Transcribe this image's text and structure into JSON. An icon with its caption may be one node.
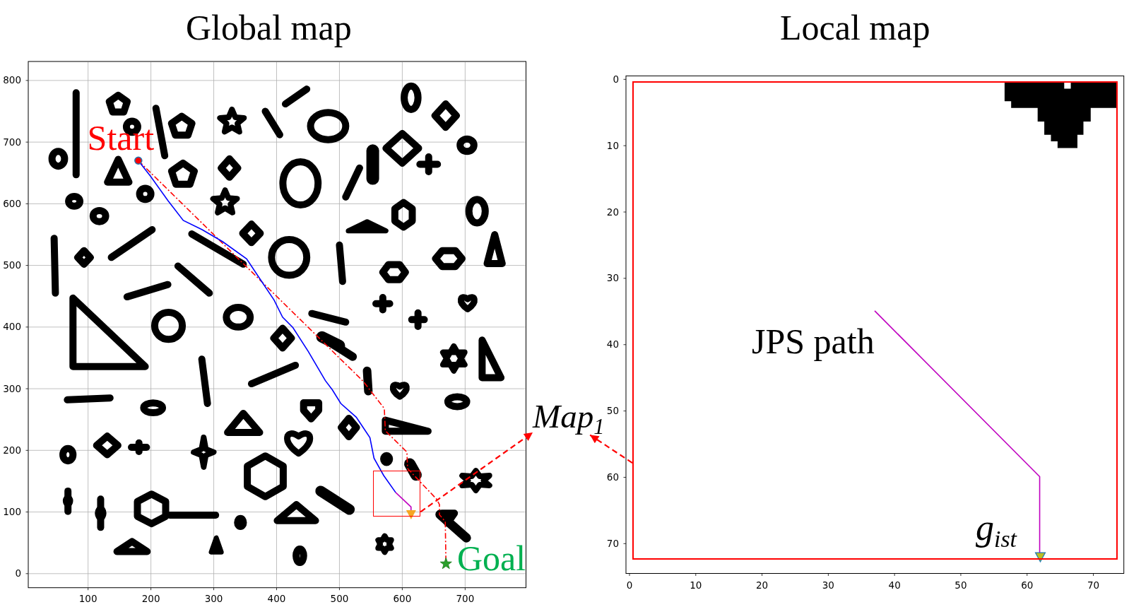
{
  "diagram": {
    "nodes": [
      {
        "text": [
          "Global map"
        ]
      },
      {
        "text": [],
        "shape": "box",
        "in": 0
      },
      {
        "text": [
          "Map$_{1}$"
        ]
      },
      {
        "text": [
          "Local map"
        ]
      },
      {
        "text": [],
        "shape": "box",
        "in": 3
      }
    ],
    "edges": [
      {
        "from": 1,
        "to": 2,
        "arrow": "to",
        "style": "dashed",
        "color": "#ff0000"
      },
      {
        "from": 4,
        "to": 2,
        "arrow": "to",
        "style": "dashed",
        "color": "#ff0000"
      }
    ],
    "labels": [
      "800",
      "700",
      "600",
      "500",
      "400",
      "300",
      "200",
      "100",
      "0",
      "Start",
      "Goal",
      "100",
      "200",
      "300",
      "400",
      "500",
      "600",
      "700",
      "0",
      "10",
      "20",
      "30",
      "40",
      "50",
      "60",
      "70",
      "JPS path",
      "g$_{ist}$",
      "0",
      "10",
      "20",
      "30",
      "40",
      "50",
      "60",
      "70"
    ]
  }
}
